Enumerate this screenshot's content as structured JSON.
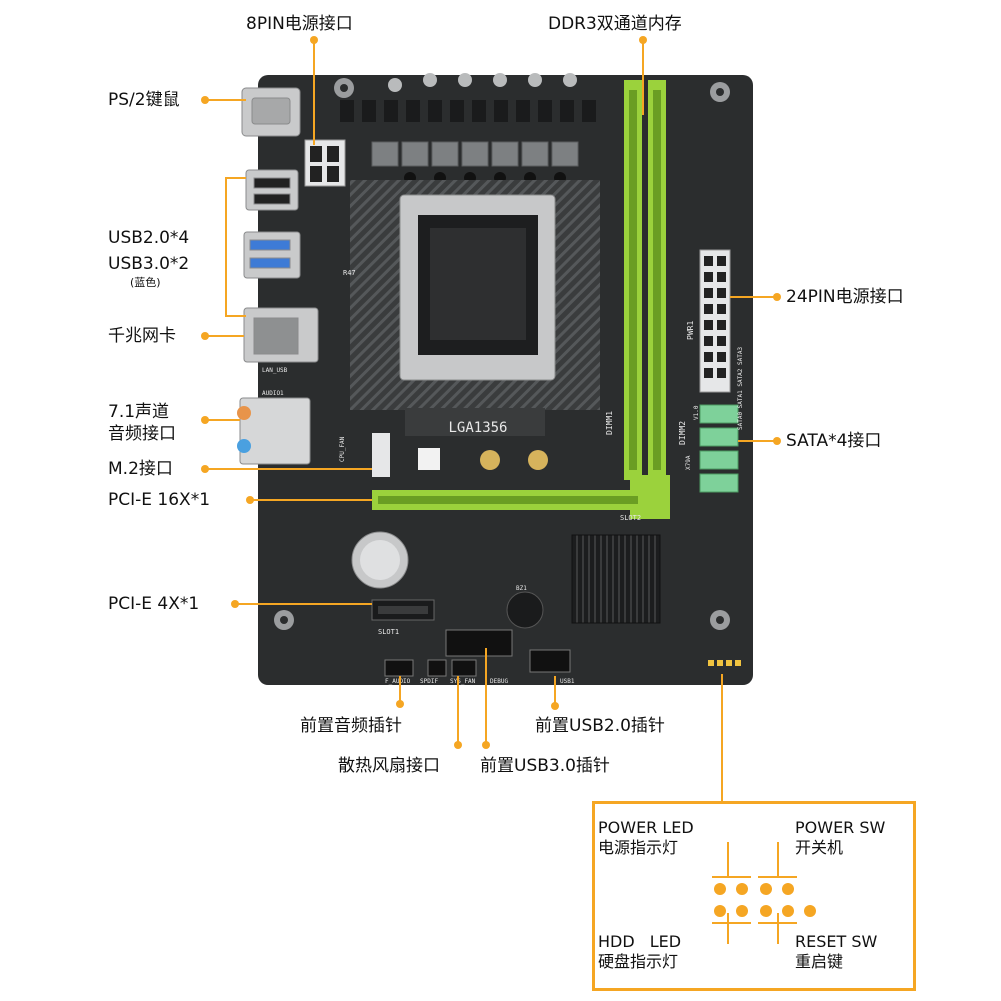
{
  "board": {
    "socket_label": "LGA1356",
    "slot_texts": {
      "dimm1": "DIMM1",
      "dimm2": "DIMM2",
      "pwr1": "PWR1",
      "slot1": "SLOT1",
      "slot2": "SLOT2",
      "usb1": "USB1",
      "f_audio": "F_AUDIO",
      "spdif": "SPDIF",
      "sys_fan": "SYS_FAN",
      "debug": "DEBUG",
      "audio1": "AUDIO1",
      "lan_usb": "LAN_USB",
      "cpu_fan": "CPU_FAN",
      "bz1": "BZ1",
      "x79a": "X79A",
      "version": "V1.0",
      "sata": "SATA0 SATA1 SATA2 SATA3",
      "choke_mark": "R47"
    }
  },
  "callouts": {
    "pin8_power": "8PIN电源接口",
    "ddr3": "DDR3双通道内存",
    "ps2": "PS/2键鼠",
    "usb20": "USB2.0*4",
    "usb30": "USB3.0*2",
    "usb30_note": "(蓝色)",
    "lan": "千兆网卡",
    "audio_line1": "7.1声道",
    "audio_line2": "音频接口",
    "m2": "M.2接口",
    "pcie16": "PCI-E 16X*1",
    "pcie4": "PCI-E 4X*1",
    "pin24_power": "24PIN电源接口",
    "sata": "SATA*4接口",
    "front_audio": "前置音频插针",
    "front_usb20": "前置USB2.0插针",
    "fan": "散热风扇接口",
    "front_usb30": "前置USB3.0插针"
  },
  "front_panel": {
    "power_led_en": "POWER LED",
    "power_led_cn": "电源指示灯",
    "power_sw_en": "POWER SW",
    "power_sw_cn": "开关机",
    "hdd_led_en": "HDD LED",
    "hdd_led_cn": "硬盘指示灯",
    "reset_sw_en": "RESET SW",
    "reset_sw_cn": "重启键"
  },
  "colors": {
    "accent": "#f5a623",
    "pcb": "#2b2d2e",
    "slot_green": "#9bd23c",
    "line": "#f5a623"
  }
}
